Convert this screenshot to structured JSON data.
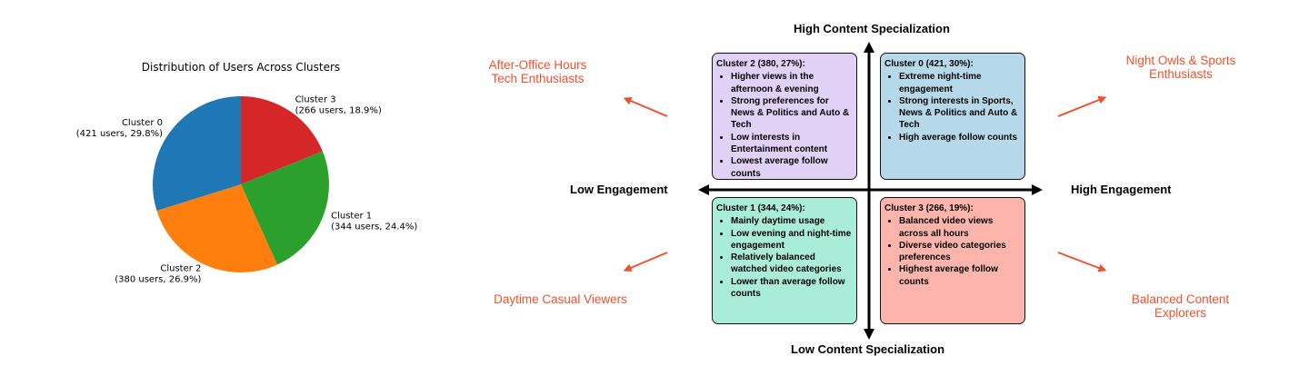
{
  "chart_data": {
    "type": "pie",
    "title": "Distribution of Users Across Clusters",
    "slices": [
      {
        "name": "Cluster 3",
        "users": 266,
        "percent": 18.9,
        "color": "#d62728",
        "label_line1": "Cluster 3",
        "label_line2": "(266 users, 18.9%)"
      },
      {
        "name": "Cluster 1",
        "users": 344,
        "percent": 24.4,
        "color": "#2ca02c",
        "label_line1": "Cluster 1",
        "label_line2": "(344 users, 24.4%)"
      },
      {
        "name": "Cluster 2",
        "users": 380,
        "percent": 26.9,
        "color": "#ff7f0e",
        "label_line1": "Cluster 2",
        "label_line2": "(380 users, 26.9%)"
      },
      {
        "name": "Cluster 0",
        "users": 421,
        "percent": 29.8,
        "color": "#1f77b4",
        "label_line1": "Cluster 0",
        "label_line2": "(421 users, 29.8%)"
      }
    ],
    "start_angle": "12 o'clock",
    "direction": "clockwise"
  },
  "quadrant": {
    "axes": {
      "top": "High Content Specialization",
      "bottom": "Low Content Specialization",
      "left": "Low Engagement",
      "right": "High Engagement"
    },
    "arrow_color": "#f0502c",
    "personas": {
      "top_left": [
        "After-Office Hours",
        "Tech Enthusiasts"
      ],
      "top_right": [
        "Night Owls & Sports",
        "Enthusiasts"
      ],
      "bottom_left": [
        "Daytime Casual Viewers"
      ],
      "bottom_right": [
        "Balanced Content",
        "Explorers"
      ]
    },
    "boxes": {
      "top_left": {
        "title": "Cluster 2 (380, 27%):",
        "bullets": [
          "Higher views in the afternoon & evening",
          "Strong preferences for News & Politics and Auto & Tech",
          "Low interests in Entertainment content",
          "Lowest average follow counts"
        ],
        "color": "#e2d1f6"
      },
      "top_right": {
        "title": "Cluster 0 (421, 30%):",
        "bullets": [
          "Extreme night-time engagement",
          "Strong interests in Sports, News & Politics and Auto & Tech",
          "High average follow counts"
        ],
        "color": "#b6d9ea"
      },
      "bottom_left": {
        "title": "Cluster 1 (344, 24%):",
        "bullets": [
          "Mainly daytime usage",
          "Low evening and night-time engagement",
          "Relatively balanced watched video categories",
          "Lower than average follow counts"
        ],
        "color": "#a9ecd7"
      },
      "bottom_right": {
        "title": "Cluster 3 (266, 19%):",
        "bullets": [
          "Balanced video views across all hours",
          "Diverse video categories preferences",
          "Highest average follow counts"
        ],
        "color": "#fdb5ab"
      }
    }
  }
}
